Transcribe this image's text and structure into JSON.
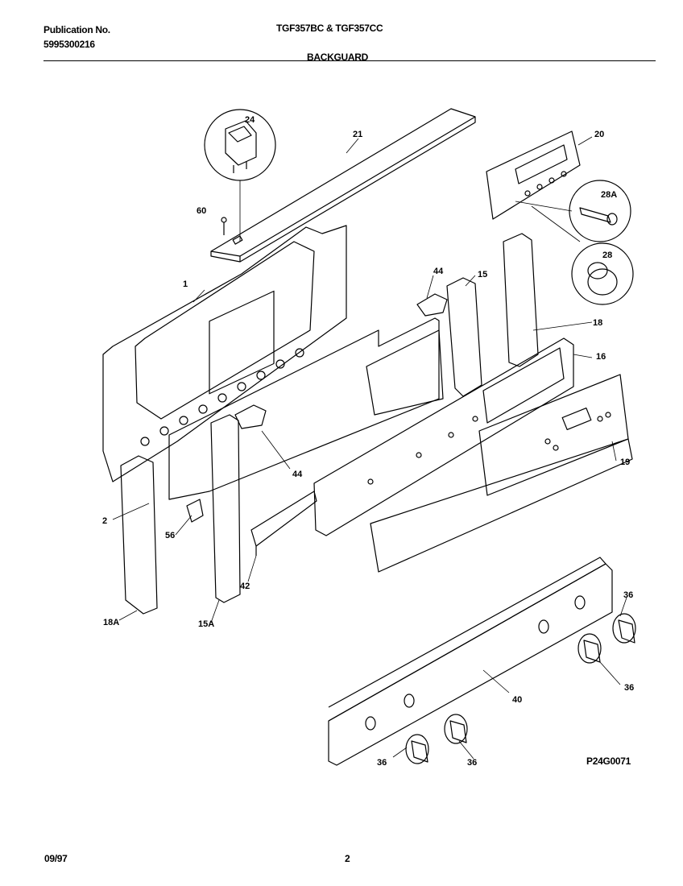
{
  "header": {
    "publication_label": "Publication No.",
    "publication_number": "5995300216",
    "model": "TGF357BC & TGF357CC",
    "section_title": "BACKGUARD"
  },
  "diagram": {
    "code": "P24G0071",
    "part_callouts": [
      "24",
      "21",
      "20",
      "60",
      "28A",
      "28",
      "1",
      "44",
      "15",
      "18",
      "16",
      "19",
      "2",
      "56",
      "44",
      "42",
      "18A",
      "15A",
      "36",
      "36",
      "40",
      "36",
      "36"
    ]
  },
  "footer": {
    "date": "09/97",
    "page": "2"
  }
}
